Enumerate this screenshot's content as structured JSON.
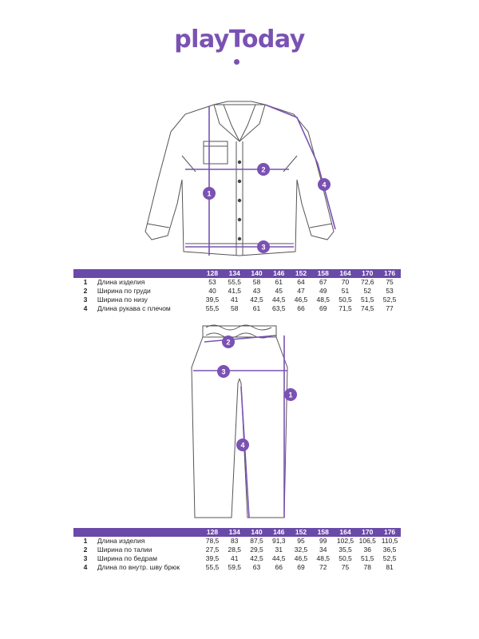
{
  "brand": {
    "logo_text": "playToday",
    "accent_color": "#7a52b3",
    "header_color": "#6a4aa8"
  },
  "shirt_table": {
    "sizes": [
      "128",
      "134",
      "140",
      "146",
      "152",
      "158",
      "164",
      "170",
      "176"
    ],
    "rows": [
      {
        "num": "1",
        "label": "Длина изделия",
        "values": [
          "53",
          "55,5",
          "58",
          "61",
          "64",
          "67",
          "70",
          "72,6",
          "75"
        ]
      },
      {
        "num": "2",
        "label": "Ширина по груди",
        "values": [
          "40",
          "41,5",
          "43",
          "45",
          "47",
          "49",
          "51",
          "52",
          "53"
        ]
      },
      {
        "num": "3",
        "label": "Ширина по низу",
        "values": [
          "39,5",
          "41",
          "42,5",
          "44,5",
          "46,5",
          "48,5",
          "50,5",
          "51,5",
          "52,5"
        ]
      },
      {
        "num": "4",
        "label": "Длина рукава с плечом",
        "values": [
          "55,5",
          "58",
          "61",
          "63,5",
          "66",
          "69",
          "71,5",
          "74,5",
          "77"
        ]
      }
    ]
  },
  "pants_table": {
    "sizes": [
      "128",
      "134",
      "140",
      "146",
      "152",
      "158",
      "164",
      "170",
      "176"
    ],
    "rows": [
      {
        "num": "1",
        "label": "Длина изделия",
        "values": [
          "78,5",
          "83",
          "87,5",
          "91,3",
          "95",
          "99",
          "102,5",
          "106,5",
          "110,5"
        ]
      },
      {
        "num": "2",
        "label": "Ширина по талии",
        "values": [
          "27,5",
          "28,5",
          "29,5",
          "31",
          "32,5",
          "34",
          "35,5",
          "36",
          "36,5"
        ]
      },
      {
        "num": "3",
        "label": "Ширина по бедрам",
        "values": [
          "39,5",
          "41",
          "42,5",
          "44,5",
          "46,5",
          "48,5",
          "50,5",
          "51,5",
          "52,5"
        ]
      },
      {
        "num": "4",
        "label": "Длина по внутр. шву брюк",
        "values": [
          "55,5",
          "59,5",
          "63",
          "66",
          "69",
          "72",
          "75",
          "78",
          "81"
        ]
      }
    ]
  },
  "shirt_markers": [
    "1",
    "2",
    "3",
    "4"
  ],
  "pants_markers": [
    "1",
    "2",
    "3",
    "4"
  ]
}
